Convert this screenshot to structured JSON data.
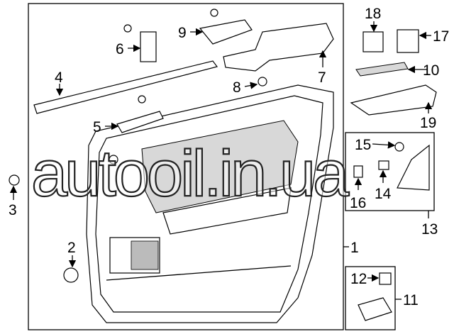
{
  "diagram": {
    "callouts": [
      "1",
      "2",
      "3",
      "4",
      "5",
      "6",
      "7",
      "8",
      "9",
      "10",
      "11",
      "12",
      "13",
      "14",
      "15",
      "16",
      "17",
      "18",
      "19"
    ],
    "watermark": "autooil.in.ua"
  }
}
